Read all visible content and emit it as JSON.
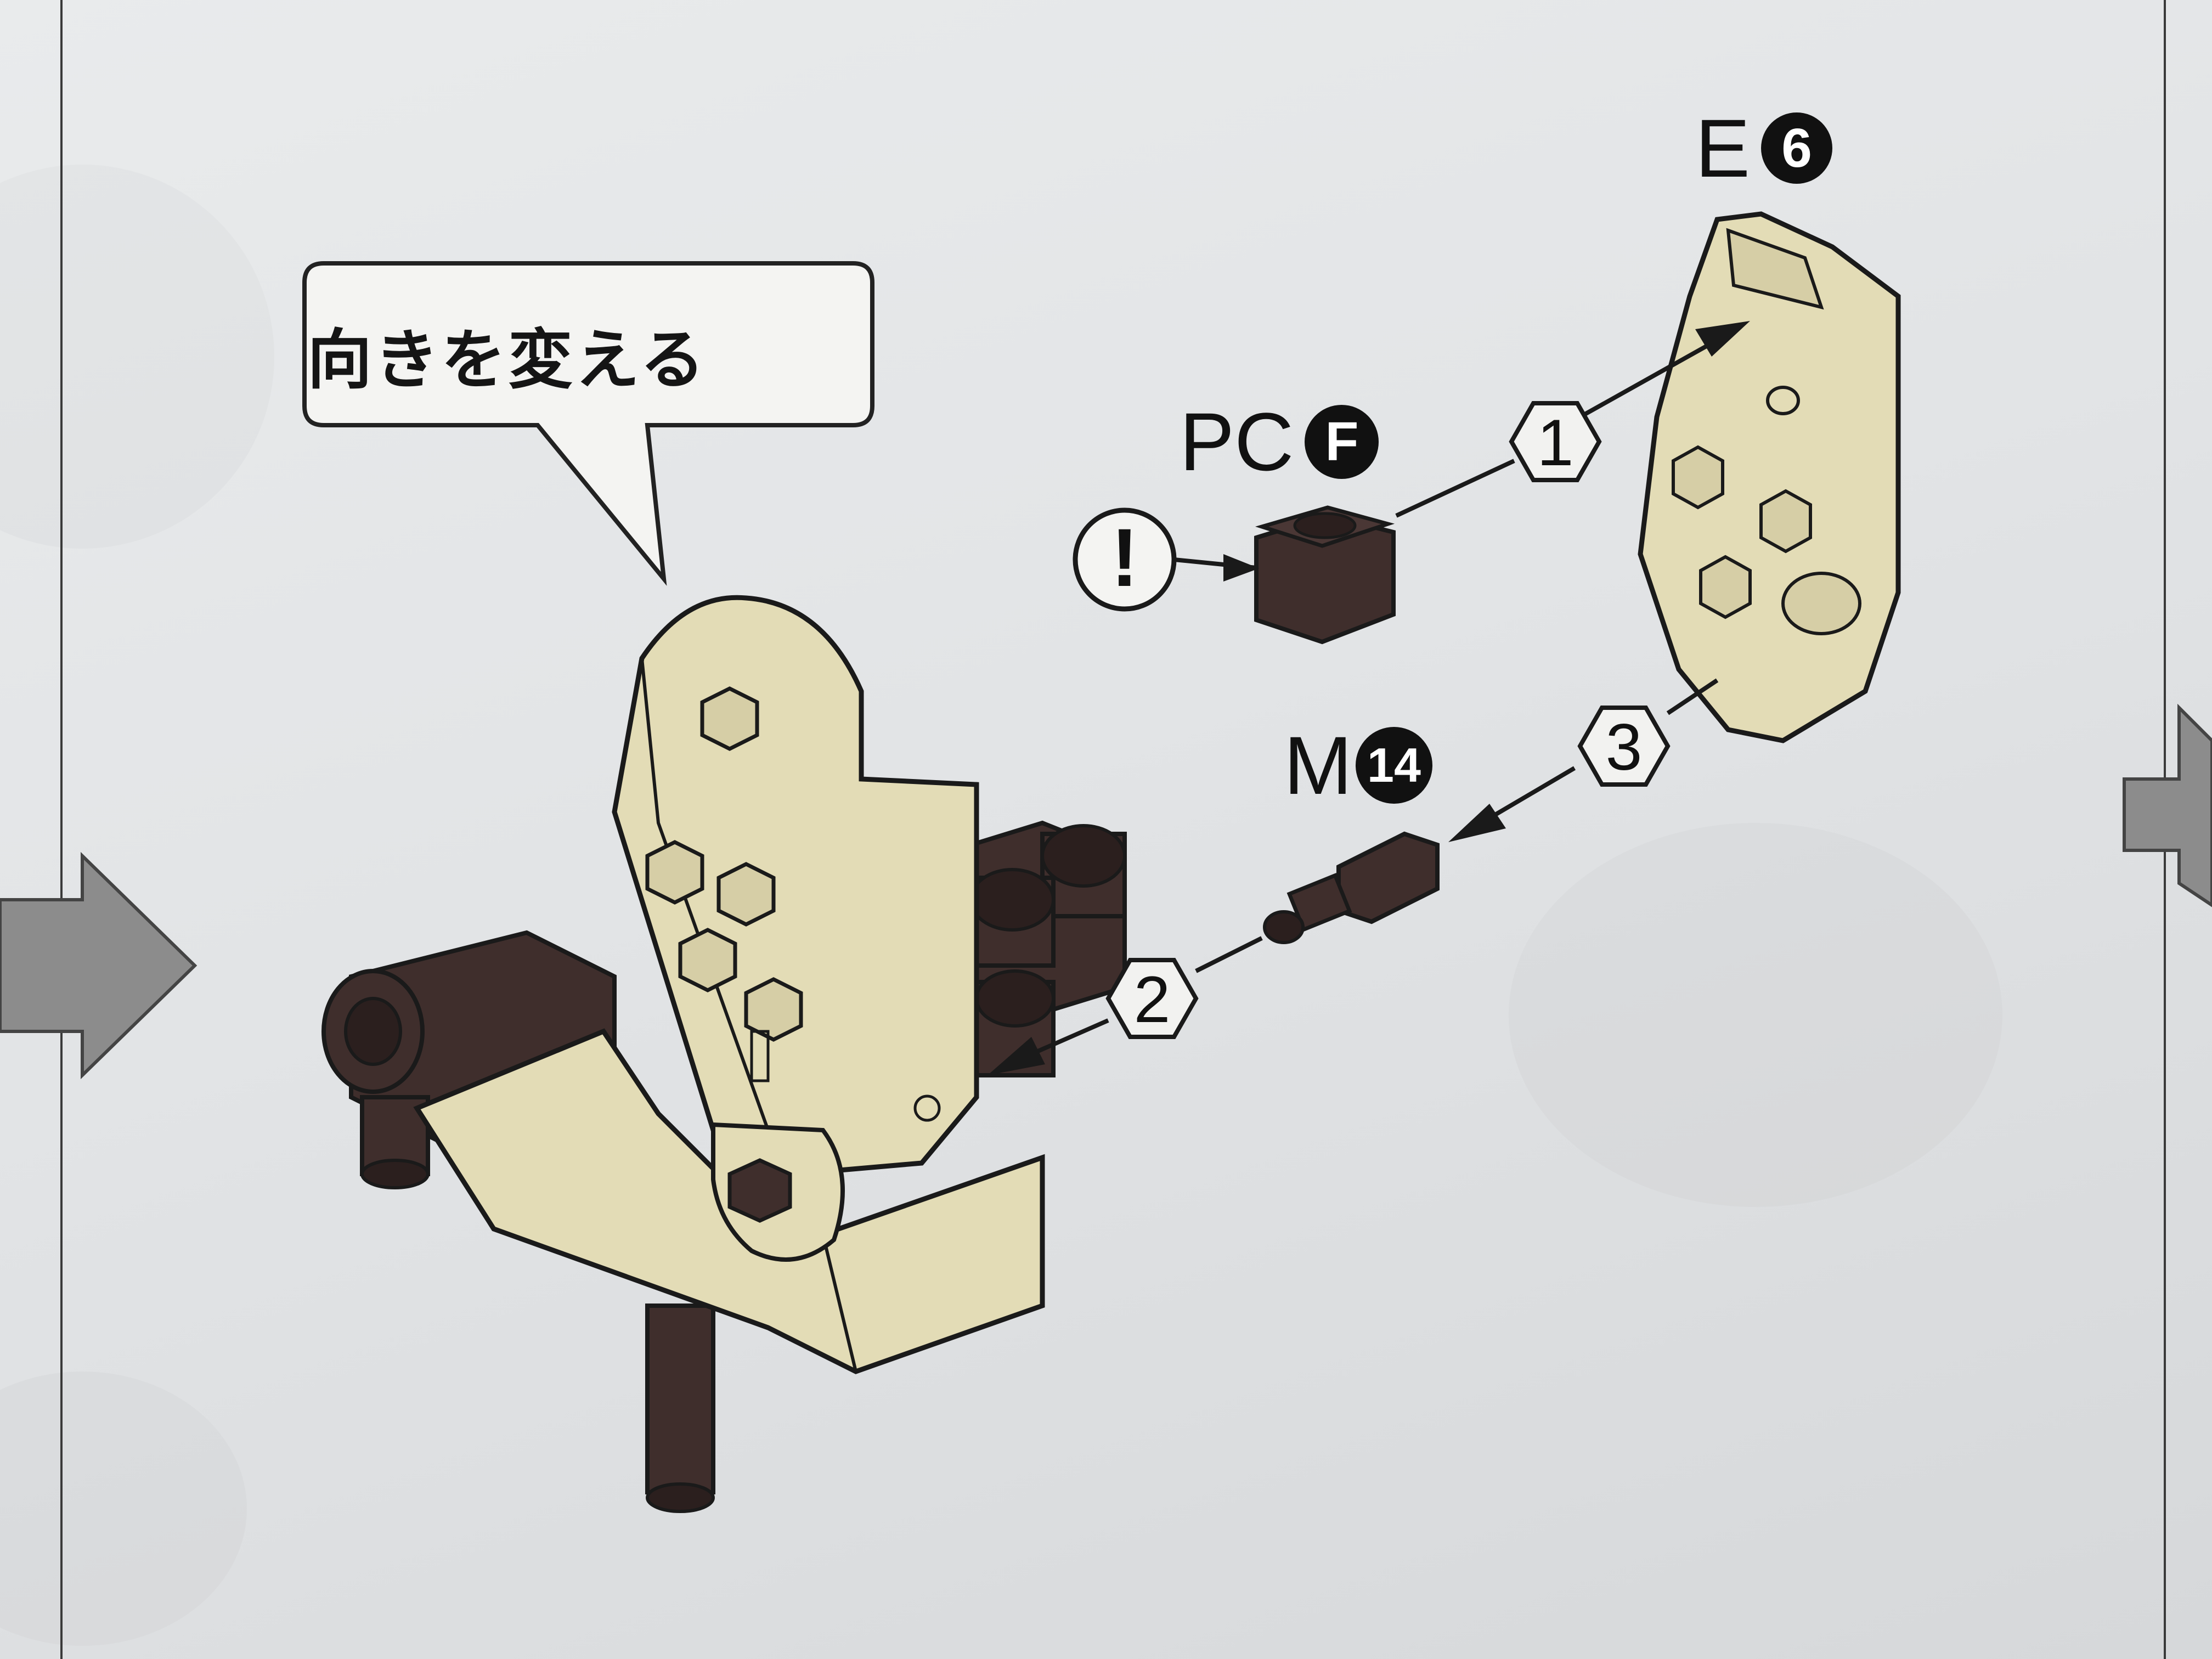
{
  "speech_bubble": {
    "text": "向きを変える"
  },
  "parts": {
    "pc_label": "PC",
    "pc_badge": "F",
    "e_label": "E",
    "e_badge": "6",
    "m_label": "M",
    "m_badge": "14"
  },
  "caution": {
    "symbol": "!"
  },
  "steps": [
    {
      "number": "1"
    },
    {
      "number": "2"
    },
    {
      "number": "3"
    }
  ],
  "colors": {
    "tan_part": "#e3dcb6",
    "dark_part": "#3f2e2c",
    "outline": "#1a1a1a",
    "paper": "#e6e8e9",
    "flow_arrow": "#8c8c8c"
  }
}
